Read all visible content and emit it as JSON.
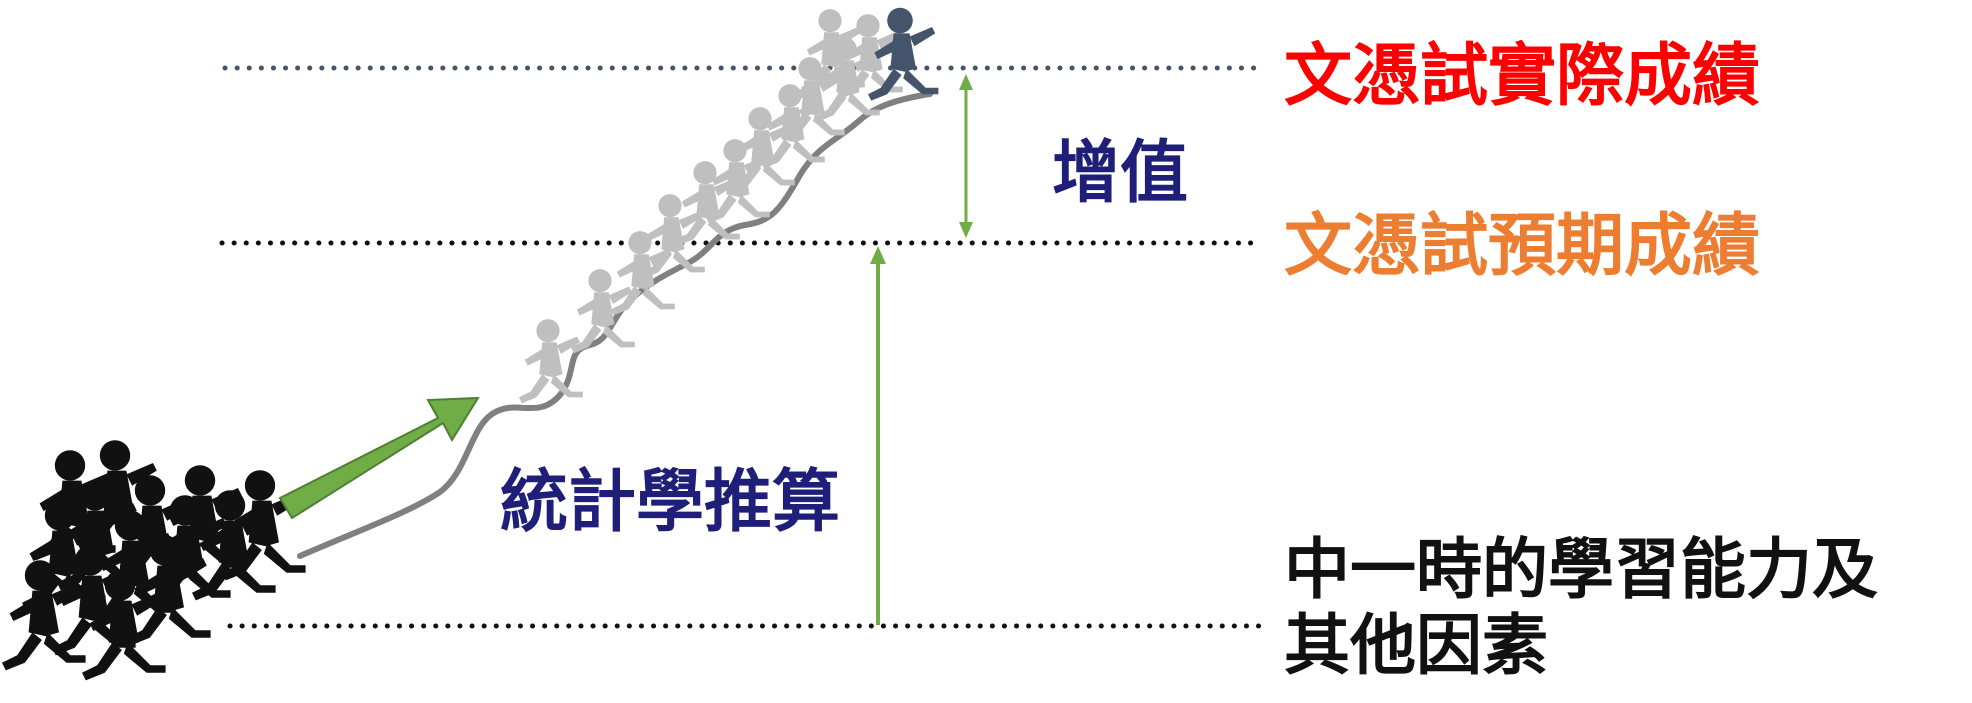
{
  "labels": {
    "actual_score": "文憑試實際成績",
    "expected_score": "文憑試預期成績",
    "value_added": "增值",
    "statistical_inference": "統計學推算",
    "baseline_line1": "中一時的學習能力及",
    "baseline_line2": "其他因素"
  },
  "colors": {
    "actual_score": "#ff0000",
    "expected_score": "#ed7d31",
    "value_added": "#1f1f7a",
    "statistical_inference": "#1f1f7a",
    "arrow_green": "#70ad47",
    "runner_dark": "#111111",
    "runner_ghost": "#bfbfbf",
    "runner_top": "#44546a",
    "dotted_top": "#44546a",
    "dotted_mid": "#111111",
    "path_gray": "#808080"
  }
}
